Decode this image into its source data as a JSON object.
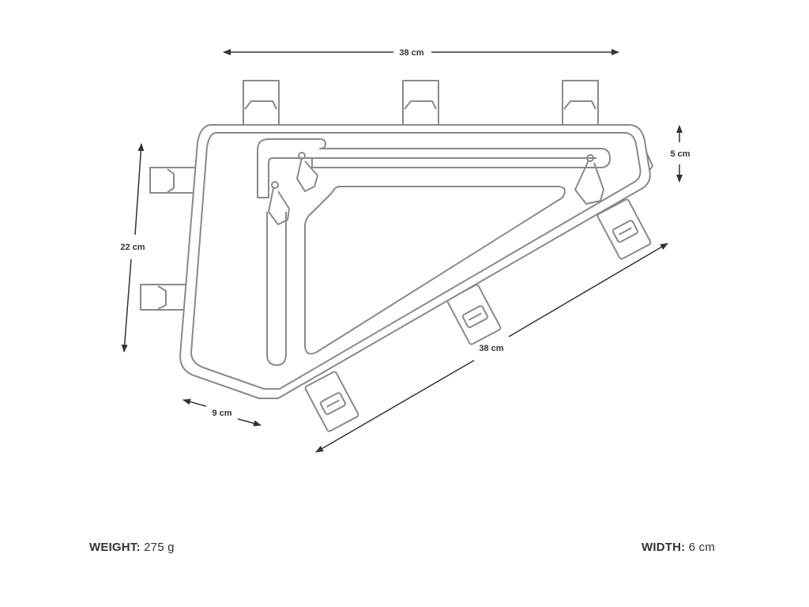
{
  "dimensions": {
    "top_length": "38 cm",
    "height": "22 cm",
    "front_depth": "5 cm",
    "bottom_length": "38 cm",
    "rear_width": "9 cm"
  },
  "specs": {
    "weight_label": "WEIGHT:",
    "weight_value": "275 g",
    "width_label": "WIDTH:",
    "width_value": "6 cm"
  },
  "colors": {
    "line": "#333333",
    "outline": "#8a8a8a",
    "background": "#ffffff"
  }
}
